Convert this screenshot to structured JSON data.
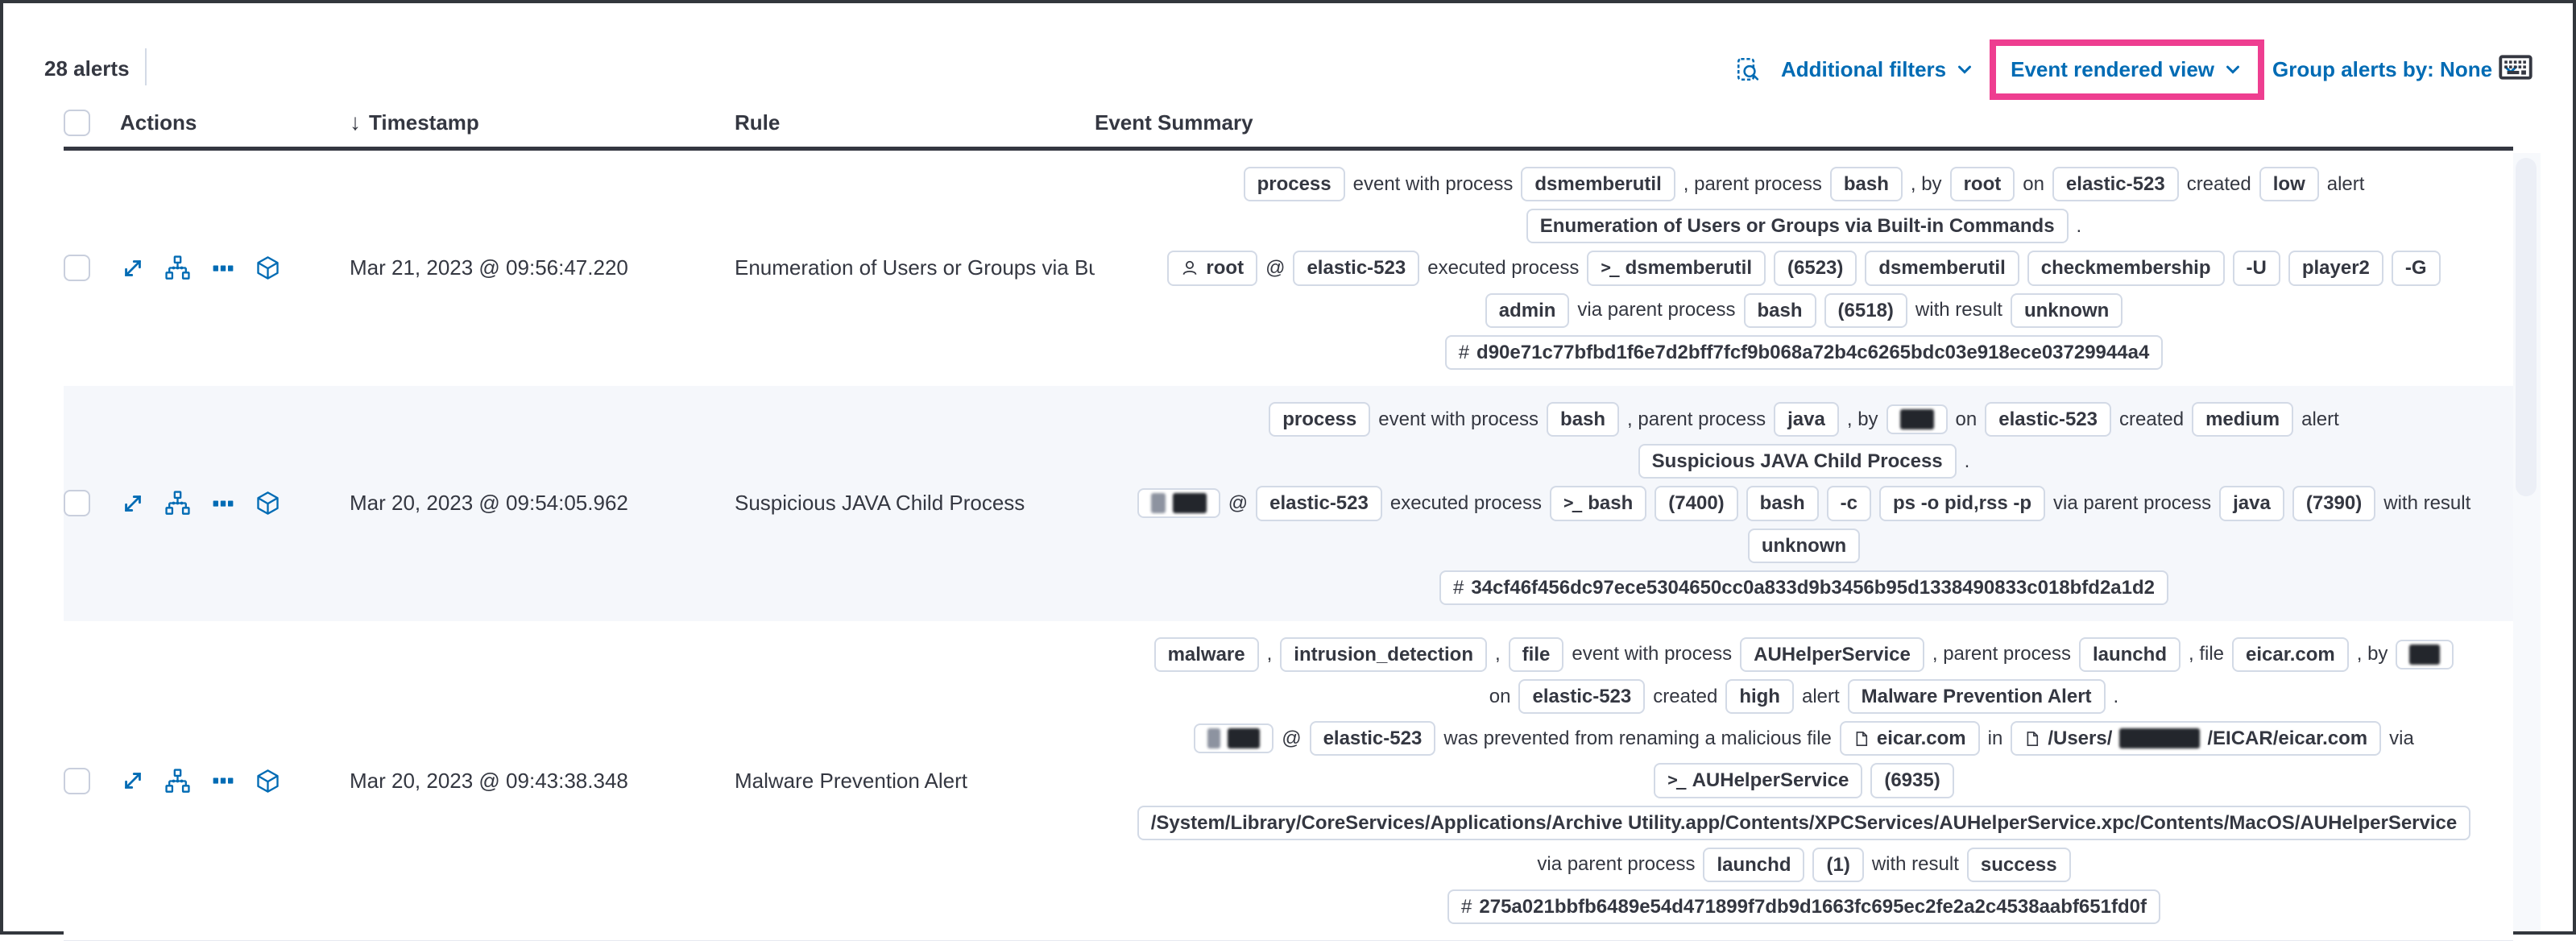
{
  "toolbar": {
    "alerts_count": "28 alerts",
    "additional_filters": "Additional filters",
    "view_selector": "Event rendered view",
    "group_by": "Group alerts by: None",
    "highlight_color": "#ee3e90",
    "link_color": "#006BB4"
  },
  "table": {
    "headers": {
      "actions": "Actions",
      "timestamp": "Timestamp",
      "rule": "Rule",
      "summary": "Event Summary"
    },
    "rows": [
      {
        "timestamp": "Mar 21, 2023 @ 09:56:47.220",
        "rule": "Enumeration of Users or Groups via Bui",
        "striped": false,
        "lines": [
          [
            {
              "p": "process"
            },
            {
              "x": "event with process"
            },
            {
              "p": "dsmemberutil"
            },
            {
              "x": ", parent process"
            },
            {
              "p": "bash"
            },
            {
              "x": ", by"
            },
            {
              "p": "root"
            },
            {
              "x": "on"
            },
            {
              "p": "elastic-523"
            },
            {
              "x": "created"
            },
            {
              "p": "low"
            },
            {
              "x": "alert"
            }
          ],
          [
            {
              "p": "Enumeration of Users or Groups via Built-in Commands"
            },
            {
              "x": "."
            }
          ],
          [
            {
              "p": "root",
              "i": "user"
            },
            {
              "x": "@"
            },
            {
              "p": "elastic-523"
            },
            {
              "x": "executed process"
            },
            {
              "p": "dsmemberutil",
              "i": "term"
            },
            {
              "p": "(6523)"
            },
            {
              "p": "dsmemberutil"
            },
            {
              "p": "checkmembership"
            },
            {
              "p": "-U"
            },
            {
              "p": "player2"
            },
            {
              "p": "-G"
            }
          ],
          [
            {
              "p": "admin"
            },
            {
              "x": "via parent process"
            },
            {
              "p": "bash"
            },
            {
              "p": "(6518)"
            },
            {
              "x": "with result"
            },
            {
              "p": "unknown"
            }
          ],
          [
            {
              "p": "d90e71c77bfbd1f6e7d2bff7fcf9b068a72b4c6265bdc03e918ece03729944a4",
              "i": "hash"
            }
          ]
        ]
      },
      {
        "timestamp": "Mar 20, 2023 @ 09:54:05.962",
        "rule": "Suspicious JAVA Child Process",
        "striped": true,
        "lines": [
          [
            {
              "p": "process"
            },
            {
              "x": "event with process"
            },
            {
              "p": "bash"
            },
            {
              "x": ", parent process"
            },
            {
              "p": "java"
            },
            {
              "x": ", by"
            },
            {
              "r": [
                42
              ]
            },
            {
              "x": "on"
            },
            {
              "p": "elastic-523"
            },
            {
              "x": "created"
            },
            {
              "p": "medium"
            },
            {
              "x": "alert"
            }
          ],
          [
            {
              "p": "Suspicious JAVA Child Process"
            },
            {
              "x": "."
            }
          ],
          [
            {
              "r": [
                18,
                42
              ]
            },
            {
              "x": "@"
            },
            {
              "p": "elastic-523"
            },
            {
              "x": "executed process"
            },
            {
              "p": "bash",
              "i": "term"
            },
            {
              "p": "(7400)"
            },
            {
              "p": "bash"
            },
            {
              "p": "-c"
            },
            {
              "p": "ps -o pid,rss -p"
            },
            {
              "x": "via parent process"
            },
            {
              "p": "java"
            },
            {
              "p": "(7390)"
            },
            {
              "x": "with result"
            }
          ],
          [
            {
              "p": "unknown"
            }
          ],
          [
            {
              "p": "34cf46f456dc97ece5304650cc0a833d9b3456b95d1338490833c018bfd2a1d2",
              "i": "hash"
            }
          ]
        ]
      },
      {
        "timestamp": "Mar 20, 2023 @ 09:43:38.348",
        "rule": "Malware Prevention Alert",
        "striped": false,
        "lines": [
          [
            {
              "p": "malware"
            },
            {
              "x": ","
            },
            {
              "p": "intrusion_detection"
            },
            {
              "x": ","
            },
            {
              "p": "file"
            },
            {
              "x": "event with process"
            },
            {
              "p": "AUHelperService"
            },
            {
              "x": ", parent process"
            },
            {
              "p": "launchd"
            },
            {
              "x": ", file"
            },
            {
              "p": "eicar.com"
            },
            {
              "x": ", by"
            },
            {
              "r": [
                38
              ]
            }
          ],
          [
            {
              "x": "on"
            },
            {
              "p": "elastic-523"
            },
            {
              "x": "created"
            },
            {
              "p": "high"
            },
            {
              "x": "alert"
            },
            {
              "p": "Malware Prevention Alert"
            },
            {
              "x": "."
            }
          ],
          [
            {
              "r": [
                16,
                40
              ]
            },
            {
              "x": "@"
            },
            {
              "p": "elastic-523"
            },
            {
              "x": "was prevented from renaming a malicious file"
            },
            {
              "p": "eicar.com",
              "i": "file"
            },
            {
              "x": "in"
            },
            {
              "i": "file",
              "pre": "/Users/",
              "r": [
                100
              ],
              "post": "/EICAR/eicar.com"
            },
            {
              "x": "via"
            }
          ],
          [
            {
              "p": "AUHelperService",
              "i": "term"
            },
            {
              "p": "(6935)"
            }
          ],
          [
            {
              "p": "/System/Library/CoreServices/Applications/Archive Utility.app/Contents/XPCServices/AUHelperService.xpc/Contents/MacOS/AUHelperService"
            }
          ],
          [
            {
              "x": "via parent process"
            },
            {
              "p": "launchd"
            },
            {
              "p": "(1)"
            },
            {
              "x": "with result"
            },
            {
              "p": "success"
            }
          ],
          [
            {
              "p": "275a021bbfb6489e54d471899f7db9d1663fc695ec2fe2a2c4538aabf651fd0f",
              "i": "hash"
            }
          ]
        ]
      }
    ]
  }
}
